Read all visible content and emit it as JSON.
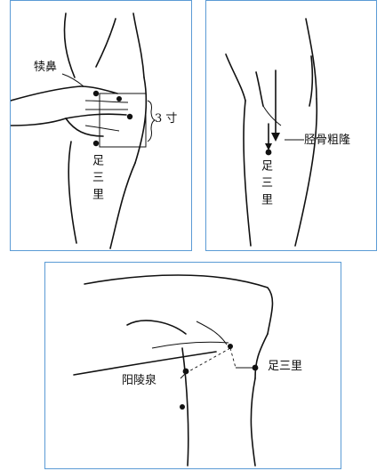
{
  "panel_a": {
    "label_dubi": "犊鼻",
    "label_3cun": "3 寸",
    "label_zusanli": "足三里"
  },
  "panel_b": {
    "label_tibial": "胫骨粗隆",
    "label_zusanli": "足三里"
  },
  "panel_c": {
    "label_yanglingquan": "阳陵泉",
    "label_zusanli": "足三里"
  },
  "colors": {
    "panel_border": "#5b9bd5",
    "ink": "#111111"
  }
}
